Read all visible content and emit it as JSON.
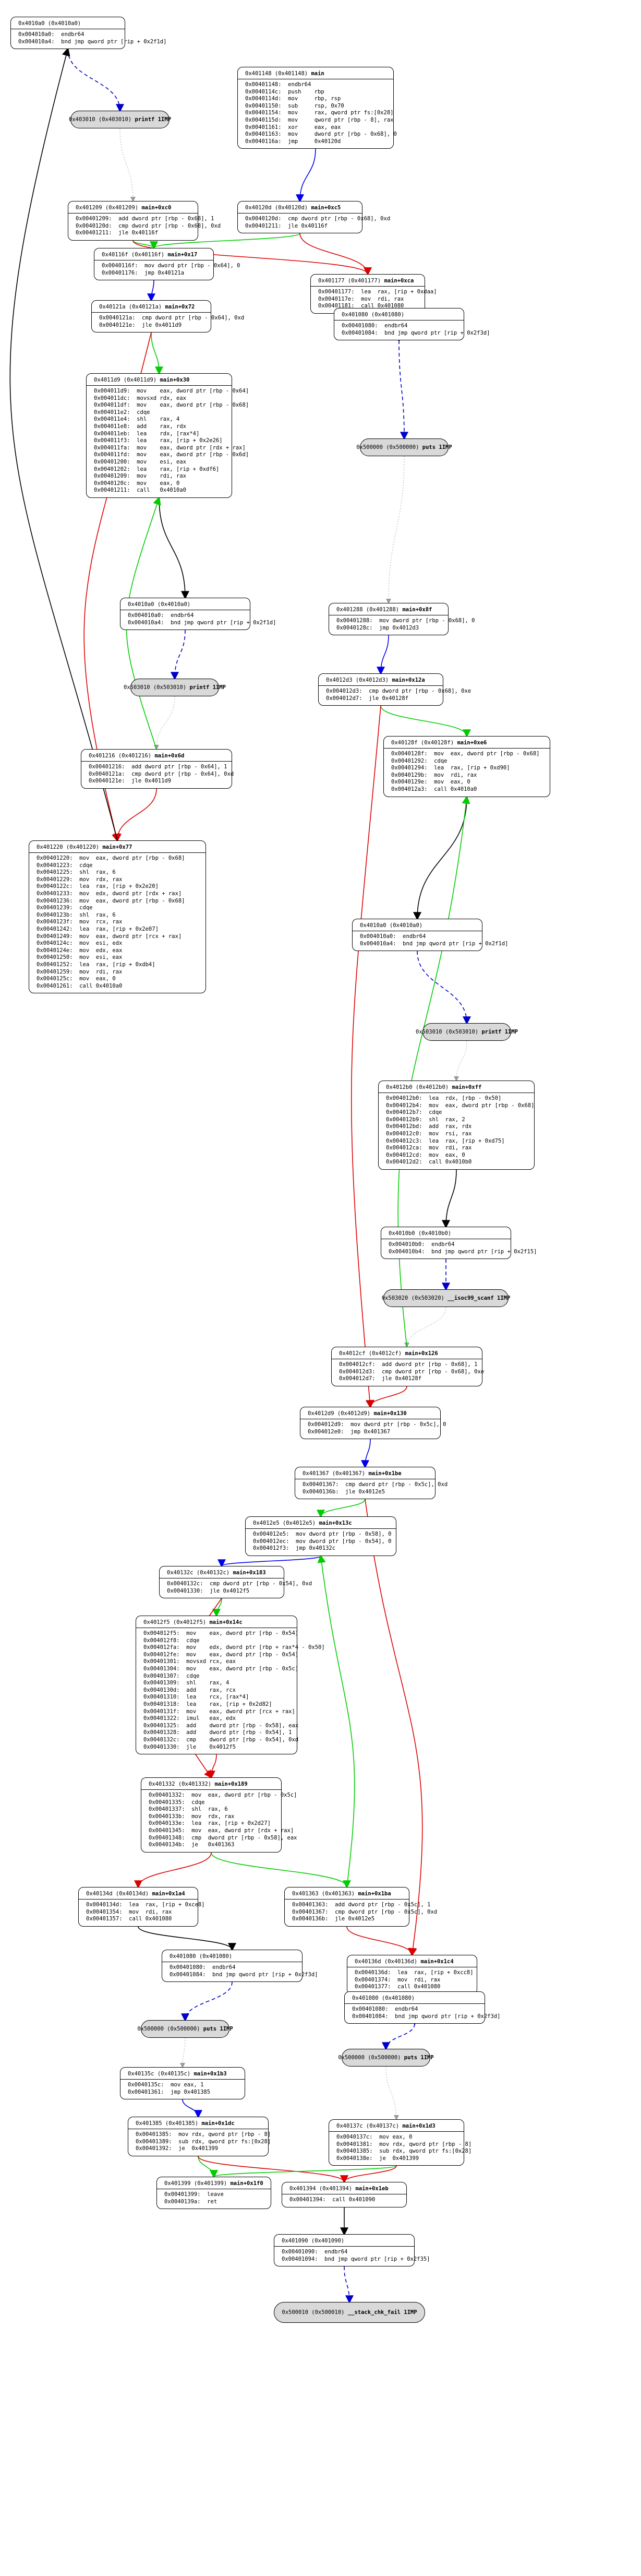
{
  "nodes": [
    {
      "id": "n4010a0",
      "hdr": "0x4010a0 (0x4010a0)",
      "fn": "",
      "lines": [
        "0x004010a0:  endbr64",
        "0x004010a4:  bnd jmp qword ptr [rip + 0x2f1d]"
      ]
    },
    {
      "id": "n401148",
      "hdr": "0x401148 (0x401148)",
      "fn": "main",
      "lines": [
        "0x00401148:  endbr64",
        "0x0040114c:  push    rbp",
        "0x0040114d:  mov     rbp, rsp",
        "0x00401150:  sub     rsp, 0x70",
        "0x00401154:  mov     rax, qword ptr fs:[0x28]",
        "0x0040115d:  mov     qword ptr [rbp - 8], rax",
        "0x00401161:  xor     eax, eax",
        "0x00401163:  mov     dword ptr [rbp - 0x68], 0",
        "0x0040116a:  jmp     0x40120d"
      ]
    },
    {
      "id": "e403010",
      "hdr": "0x403010 (0x403010)",
      "fn": "printf 1IMP",
      "ext": true
    },
    {
      "id": "n40120d",
      "hdr": "0x40120d (0x40120d)",
      "fn": "main+0xc5",
      "lines": [
        "0x0040120d:  cmp dword ptr [rbp - 0x68], 0xd",
        "0x00401211:  jle 0x40116f"
      ]
    },
    {
      "id": "n401209",
      "hdr": "0x401209 (0x401209)",
      "fn": "main+0xc0",
      "lines": [
        "0x00401209:  add dword ptr [rbp - 0x68], 1",
        "0x0040120d:  cmp dword ptr [rbp - 0x68], 0xd",
        "0x00401211:  jle 0x40116f"
      ]
    },
    {
      "id": "n401177",
      "hdr": "0x401177 (0x401177)",
      "fn": "main+0xca",
      "lines": [
        "0x00401177:  lea  rax, [rip + 0xdaa]",
        "0x0040117e:  mov  rdi, rax",
        "0x00401181:  call 0x401080"
      ]
    },
    {
      "id": "n40116f",
      "hdr": "0x40116f (0x40116f)",
      "fn": "main+0x17",
      "lines": [
        "0x0040116f:  mov dword ptr [rbp - 0x64], 0",
        "0x00401176:  jmp 0x40121a"
      ]
    },
    {
      "id": "n401080a",
      "hdr": "0x401080 (0x401080)",
      "fn": "",
      "lines": [
        "0x00401080:  endbr64",
        "0x00401084:  bnd jmp qword ptr [rip + 0x2f3d]"
      ]
    },
    {
      "id": "n40121a",
      "hdr": "0x40121a (0x40121a)",
      "fn": "main+0x72",
      "lines": [
        "0x0040121a:  cmp dword ptr [rbp - 0x64], 0xd",
        "0x0040121e:  jle 0x4011d9"
      ]
    },
    {
      "id": "e500000a",
      "hdr": "0x500000 (0x500000)",
      "fn": "puts 1IMP",
      "ext": true
    },
    {
      "id": "n4011d9",
      "hdr": "0x4011d9 (0x4011d9)",
      "fn": "main+0x30",
      "lines": [
        "0x004011d9:  mov    eax, dword ptr [rbp - 0x64]",
        "0x004011dc:  movsxd rdx, eax",
        "0x004011df:  mov    eax, dword ptr [rbp - 0x68]",
        "0x004011e2:  cdqe",
        "0x004011e4:  shl    rax, 4",
        "0x004011e8:  add    rax, rdx",
        "0x004011eb:  lea    rdx, [rax*4]",
        "0x004011f3:  lea    rax, [rip + 0x2e26]",
        "0x004011fa:  mov    eax, dword ptr [rdx + rax]",
        "0x004011fd:  mov    eax, dword ptr [rbp - 0x6d]",
        "0x00401200:  mov    esi, eax",
        "0x00401202:  lea    rax, [rip + 0xdf6]",
        "0x00401209:  mov    rdi, rax",
        "0x0040120c:  mov    eax, 0",
        "0x00401211:  call   0x4010a0"
      ]
    },
    {
      "id": "n401288",
      "hdr": "0x401288 (0x401288)",
      "fn": "main+0x8f",
      "lines": [
        "0x00401288:  mov dword ptr [rbp - 0x68], 0",
        "0x0040128c:  jmp 0x4012d3"
      ]
    },
    {
      "id": "n4012d3",
      "hdr": "0x4012d3 (0x4012d3)",
      "fn": "main+0x12a",
      "lines": [
        "0x004012d3:  cmp dword ptr [rbp - 0x68], 0xe",
        "0x004012d7:  jle 0x40128f"
      ]
    },
    {
      "id": "n4010a0b",
      "hdr": "0x4010a0 (0x4010a0)",
      "fn": "",
      "lines": [
        "0x004010a0:  endbr64",
        "0x004010a4:  bnd jmp qword ptr [rip + 0x2f1d]"
      ]
    },
    {
      "id": "e503010b",
      "hdr": "0x503010 (0x503010)",
      "fn": "printf 1IMP",
      "ext": true
    },
    {
      "id": "n40128f",
      "hdr": "0x40128f (0x40128f)",
      "fn": "main+0xe6",
      "lines": [
        "0x0040128f:  mov  eax, dword ptr [rbp - 0x68]",
        "0x00401292:  cdqe",
        "0x00401294:  lea  rax, [rip + 0xd90]",
        "0x0040129b:  mov  rdi, rax",
        "0x0040129e:  mov  eax, 0",
        "0x004012a3:  call 0x4010a0"
      ]
    },
    {
      "id": "n401216",
      "hdr": "0x401216 (0x401216)",
      "fn": "main+0x6d",
      "lines": [
        "0x00401216:  add dword ptr [rbp - 0x64], 1",
        "0x0040121a:  cmp dword ptr [rbp - 0x64], 0xd",
        "0x0040121e:  jle 0x4011d9"
      ]
    },
    {
      "id": "n401220",
      "hdr": "0x401220 (0x401220)",
      "fn": "main+0x77",
      "lines": [
        "0x00401220:  mov  eax, dword ptr [rbp - 0x68]",
        "0x00401223:  cdqe",
        "0x00401225:  shl  rax, 6",
        "0x00401229:  mov  rdx, rax",
        "0x0040122c:  lea  rax, [rip + 0x2e20]",
        "0x00401233:  mov  edx, dword ptr [rdx + rax]",
        "0x00401236:  mov  eax, dword ptr [rbp - 0x68]",
        "0x00401239:  cdqe",
        "0x0040123b:  shl  rax, 6",
        "0x0040123f:  mov  rcx, rax",
        "0x00401242:  lea  rax, [rip + 0x2e07]",
        "0x00401249:  mov  eax, dword ptr [rcx + rax]",
        "0x0040124c:  mov  esi, edx",
        "0x0040124e:  mov  edx, eax",
        "0x00401250:  mov  esi, eax",
        "0x00401252:  lea  rax, [rip + 0xdb4]",
        "0x00401259:  mov  rdi, rax",
        "0x0040125c:  mov  eax, 0",
        "0x00401261:  call 0x4010a0"
      ]
    },
    {
      "id": "n4010a0c",
      "hdr": "0x4010a0 (0x4010a0)",
      "fn": "",
      "lines": [
        "0x004010a0:  endbr64",
        "0x004010a4:  bnd jmp qword ptr [rip + 0x2f1d]"
      ]
    },
    {
      "id": "e503010c",
      "hdr": "0x503010 (0x503010)",
      "fn": "printf 1IMP",
      "ext": true
    },
    {
      "id": "n4012b0",
      "hdr": "0x4012b0 (0x4012b0)",
      "fn": "main+0xff",
      "lines": [
        "0x004012b0:  lea  rdx, [rbp - 0x50]",
        "0x004012b4:  mov  eax, dword ptr [rbp - 0x68]",
        "0x004012b7:  cdqe",
        "0x004012b9:  shl  rax, 2",
        "0x004012bd:  add  rax, rdx",
        "0x004012c0:  mov  rsi, rax",
        "0x004012c3:  lea  rax, [rip + 0xd75]",
        "0x004012ca:  mov  rdi, rax",
        "0x004012cd:  mov  eax, 0",
        "0x004012d2:  call 0x4010b0"
      ]
    },
    {
      "id": "n4010b0",
      "hdr": "0x4010b0 (0x4010b0)",
      "fn": "",
      "lines": [
        "0x004010b0:  endbr64",
        "0x004010b4:  bnd jmp qword ptr [rip + 0x2f15]"
      ]
    },
    {
      "id": "e503020",
      "hdr": "0x503020 (0x503020)",
      "fn": "__isoc99_scanf 1IMP",
      "ext": true
    },
    {
      "id": "n4012cf",
      "hdr": "0x4012cf (0x4012cf)",
      "fn": "main+0x126",
      "lines": [
        "0x004012cf:  add dword ptr [rbp - 0x68], 1",
        "0x004012d3:  cmp dword ptr [rbp - 0x68], 0xe",
        "0x004012d7:  jle 0x40128f"
      ]
    },
    {
      "id": "n4012d9",
      "hdr": "0x4012d9 (0x4012d9)",
      "fn": "main+0x130",
      "lines": [
        "0x004012d9:  mov dword ptr [rbp - 0x5c], 0",
        "0x004012e0:  jmp 0x401367"
      ]
    },
    {
      "id": "n401367",
      "hdr": "0x401367 (0x401367)",
      "fn": "main+0x1be",
      "lines": [
        "0x00401367:  cmp dword ptr [rbp - 0x5c], 0xd",
        "0x0040136b:  jle 0x4012e5"
      ]
    },
    {
      "id": "n4012e5",
      "hdr": "0x4012e5 (0x4012e5)",
      "fn": "main+0x13c",
      "lines": [
        "0x004012e5:  mov dword ptr [rbp - 0x58], 0",
        "0x004012ec:  mov dword ptr [rbp - 0x54], 0",
        "0x004012f3:  jmp 0x40132c"
      ]
    },
    {
      "id": "n40132c",
      "hdr": "0x40132c (0x40132c)",
      "fn": "main+0x183",
      "lines": [
        "0x0040132c:  cmp dword ptr [rbp - 0x54], 0xd",
        "0x00401330:  jle 0x4012f5"
      ]
    },
    {
      "id": "n4012f5",
      "hdr": "0x4012f5 (0x4012f5)",
      "fn": "main+0x14c",
      "lines": [
        "0x004012f5:  mov    eax, dword ptr [rbp - 0x54]",
        "0x004012f8:  cdqe",
        "0x004012fa:  mov    edx, dword ptr [rbp + rax*4 - 0x50]",
        "0x004012fe:  mov    eax, dword ptr [rbp - 0x54]",
        "0x00401301:  movsxd rcx, eax",
        "0x00401304:  mov    eax, dword ptr [rbp - 0x5c]",
        "0x00401307:  cdqe",
        "0x00401309:  shl    rax, 4",
        "0x0040130d:  add    rax, rcx",
        "0x00401310:  lea    rcx, [rax*4]",
        "0x00401318:  lea    rax, [rip + 0x2d82]",
        "0x0040131f:  mov    eax, dword ptr [rcx + rax]",
        "0x00401322:  imul   eax, edx",
        "0x00401325:  add    dword ptr [rbp - 0x58], eax",
        "0x00401328:  add    dword ptr [rbp - 0x54], 1",
        "0x0040132c:  cmp    dword ptr [rbp - 0x54], 0xd",
        "0x00401330:  jle    0x4012f5"
      ]
    },
    {
      "id": "n401332",
      "hdr": "0x401332 (0x401332)",
      "fn": "main+0x189",
      "lines": [
        "0x00401332:  mov  eax, dword ptr [rbp - 0x5c]",
        "0x00401335:  cdqe",
        "0x00401337:  shl  rax, 6",
        "0x0040133b:  mov  rdx, rax",
        "0x0040133e:  lea  rax, [rip + 0x2d27]",
        "0x00401345:  mov  eax, dword ptr [rdx + rax]",
        "0x00401348:  cmp  dword ptr [rbp - 0x58], eax",
        "0x0040134b:  je   0x401363"
      ]
    },
    {
      "id": "n40134d",
      "hdr": "0x40134d (0x40134d)",
      "fn": "main+0x1a4",
      "lines": [
        "0x0040134d:  lea  rax, [rip + 0xce8]",
        "0x00401354:  mov  rdi, rax",
        "0x00401357:  call 0x401080"
      ]
    },
    {
      "id": "n401363",
      "hdr": "0x401363 (0x401363)",
      "fn": "main+0x1ba",
      "lines": [
        "0x00401363:  add dword ptr [rbp - 0x5c], 1",
        "0x00401367:  cmp dword ptr [rbp - 0x5c], 0xd",
        "0x0040136b:  jle 0x4012e5"
      ]
    },
    {
      "id": "n401080b",
      "hdr": "0x401080 (0x401080)",
      "fn": "",
      "lines": [
        "0x00401080:  endbr64",
        "0x00401084:  bnd jmp qword ptr [rip + 0x2f3d]"
      ]
    },
    {
      "id": "n40136d",
      "hdr": "0x40136d (0x40136d)",
      "fn": "main+0x1c4",
      "lines": [
        "0x0040136d:  lea  rax, [rip + 0xcc8]",
        "0x00401374:  mov  rdi, rax",
        "0x00401377:  call 0x401080"
      ]
    },
    {
      "id": "e500000b",
      "hdr": "0x500000 (0x500000)",
      "fn": "puts 1IMP",
      "ext": true
    },
    {
      "id": "n401080c",
      "hdr": "0x401080 (0x401080)",
      "fn": "",
      "lines": [
        "0x00401080:  endbr64",
        "0x00401084:  bnd jmp qword ptr [rip + 0x2f3d]"
      ]
    },
    {
      "id": "n40135c",
      "hdr": "0x40135c (0x40135c)",
      "fn": "main+0x1b3",
      "lines": [
        "0x0040135c:  mov eax, 1",
        "0x00401361:  jmp 0x401385"
      ]
    },
    {
      "id": "e500000c",
      "hdr": "0x500000 (0x500000)",
      "fn": "puts 1IMP",
      "ext": true
    },
    {
      "id": "n401385",
      "hdr": "0x401385 (0x401385)",
      "fn": "main+0x1dc",
      "lines": [
        "0x00401385:  mov rdx, qword ptr [rbp - 8]",
        "0x00401389:  sub rdx, qword ptr fs:[0x28]",
        "0x00401392:  je  0x401399"
      ]
    },
    {
      "id": "n40137c",
      "hdr": "0x40137c (0x40137c)",
      "fn": "main+0x1d3",
      "lines": [
        "0x0040137c:  mov eax, 0",
        "0x00401381:  mov rdx, qword ptr [rbp - 8]",
        "0x00401385:  sub rdx, qword ptr fs:[0x28]",
        "0x0040138e:  je  0x401399"
      ]
    },
    {
      "id": "n401399",
      "hdr": "0x401399 (0x401399)",
      "fn": "main+0x1f0",
      "lines": [
        "0x00401399:  leave",
        "0x0040139a:  ret"
      ]
    },
    {
      "id": "n401394",
      "hdr": "0x401394 (0x401394)",
      "fn": "main+0x1eb",
      "lines": [
        "0x00401394:  call 0x401090"
      ]
    },
    {
      "id": "n401090",
      "hdr": "0x401090 (0x401090)",
      "fn": "",
      "lines": [
        "0x00401090:  endbr64",
        "0x00401094:  bnd jmp qword ptr [rip + 0x2f35]"
      ]
    },
    {
      "id": "e500010",
      "hdr": "0x500010 (0x500010)",
      "fn": "__stack_chk_fail 1IMP",
      "ext": true
    }
  ],
  "edge_colors": {
    "flow": "#0000ee",
    "true": "#00cc00",
    "false": "#dd0000",
    "call": "#000000",
    "dashed": "#0000cc",
    "ret": "#aaaaaa"
  }
}
